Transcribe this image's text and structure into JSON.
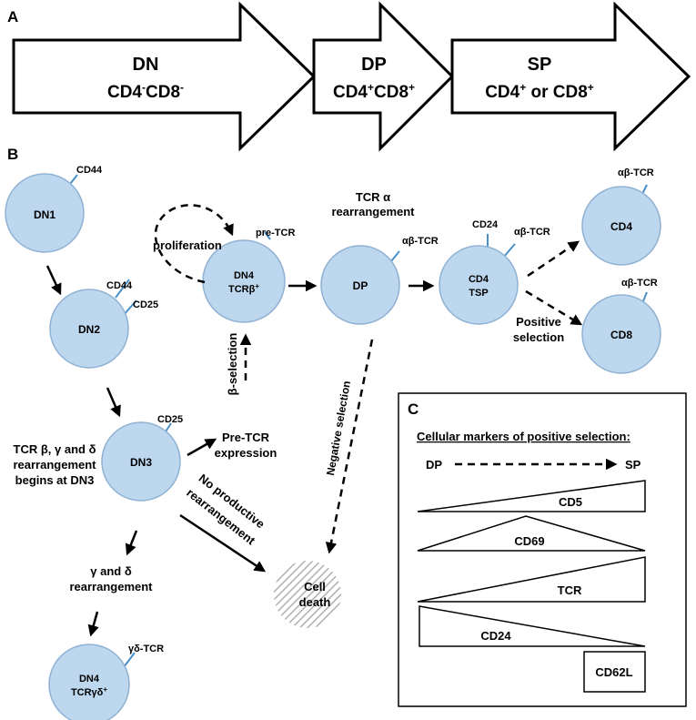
{
  "panel_a": {
    "label": "A",
    "arrows": [
      {
        "title": "DN",
        "sub_a": "CD4",
        "sup_a": "-",
        "sub_b": "CD8",
        "sup_b": "-",
        "joiner": ""
      },
      {
        "title": "DP",
        "sub_a": "CD4",
        "sup_a": "+",
        "sub_b": "CD8",
        "sup_b": "+",
        "joiner": ""
      },
      {
        "title": "SP",
        "sub_a": "CD4",
        "sup_a": "+",
        "sub_b": "CD8",
        "sup_b": "+",
        "joiner": " or "
      }
    ]
  },
  "panel_b": {
    "label": "B",
    "cells": {
      "dn1": "DN1",
      "dn2": "DN2",
      "dn3": "DN3",
      "dn4_tcrb": {
        "line1": "DN4",
        "line2": "TCRβ",
        "sup": "+"
      },
      "dn4_tcrgd": {
        "line1": "DN4",
        "line2": "TCRγδ",
        "sup": "+"
      },
      "dp": "DP",
      "cd4_tsp": {
        "line1": "CD4",
        "line2": "TSP"
      },
      "cd4": "CD4",
      "cd8": "CD8",
      "cell_death": {
        "line1": "Cell",
        "line2": "death"
      }
    },
    "markers": {
      "dn1_cd44": "CD44",
      "dn2_cd44": "CD44",
      "dn2_cd25": "CD25",
      "dn3_cd25": "CD25",
      "dn4_pretcr": "pre-TCR",
      "dp_abtcr": "αβ-TCR",
      "tsp_cd24": "CD24",
      "tsp_abtcr": "αβ-TCR",
      "cd4_abtcr": "αβ-TCR",
      "cd8_abtcr": "αβ-TCR",
      "gd_tcr": "γδ-TCR"
    },
    "labels": {
      "tcr_alpha": {
        "line1": "TCR α",
        "line2": "rearrangement"
      },
      "proliferation": "proliferation",
      "beta_selection": "β-selection",
      "pretcr_expression": {
        "line1": "Pre-TCR",
        "line2": "expression"
      },
      "negative_selection": "Negative selection",
      "positive_selection": {
        "line1": "Positive",
        "line2": "selection"
      },
      "tcr_bgd": {
        "line1": "TCR β, γ and δ",
        "line2": "rearrangement",
        "line3": "begins at DN3"
      },
      "no_productive": {
        "line1": "No productive",
        "line2": "rearrangement"
      },
      "gd_rearr": {
        "line1": "γ and δ",
        "line2": "rearrangement"
      }
    }
  },
  "panel_c": {
    "label": "C",
    "title": "Cellular markers of positive selection:",
    "from": "DP",
    "to": "SP",
    "markers": [
      "CD5",
      "CD69",
      "TCR",
      "CD24",
      "CD62L"
    ]
  },
  "colors": {
    "cell_fill": "#bdd7ee",
    "cell_stroke": "#8fb1d3",
    "marker_line": "#4a90c8",
    "death_hatch": "#b0b0b0"
  }
}
